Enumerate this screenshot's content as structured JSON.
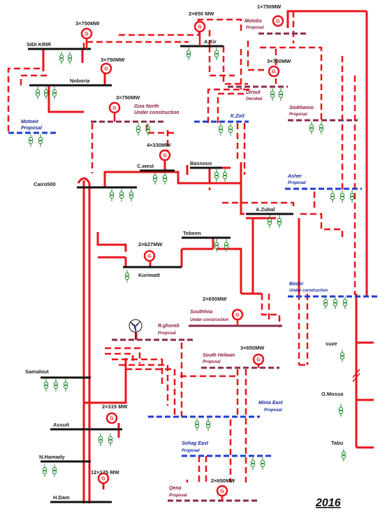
{
  "colors": {
    "line_500kv": "#e8141c",
    "bus_black": "#111111",
    "bus_blue": "#1f3bd6",
    "bus_maroon": "#8b2a4a",
    "text_blue": "#1a2a9a",
    "text_maroon": "#8b1a3a",
    "transformer_green": "#1f8a2a",
    "generator_red": "#e8141c"
  },
  "icons": {
    "generator": "generator-circle-icon",
    "transformer": "transformer-icon",
    "wind": "wind-turbine-icon"
  },
  "year": "2016",
  "buses": {
    "sidikrir": {
      "label": "SIDI KRIR"
    },
    "noboria": {
      "label": "Noboria"
    },
    "akir": {
      "label": "A.Kir"
    },
    "cairo500": {
      "label": "Cairo500"
    },
    "cwest": {
      "label": "C.west"
    },
    "bassous": {
      "label": "Bassous"
    },
    "kzoit": {
      "label": "K.Zoit"
    },
    "dirout": {
      "label": "Dirout"
    },
    "azubal": {
      "label": "A.Zubal"
    },
    "tebeen": {
      "label": "Tebeen"
    },
    "kurimatt": {
      "label": "Kurimatt"
    },
    "samalout": {
      "label": "Samalout"
    },
    "assuit": {
      "label": "Assuit"
    },
    "nhamady": {
      "label": "N.Hamady"
    },
    "hdam": {
      "label": "H.Dam"
    },
    "suze": {
      "label": "suze"
    },
    "omossa": {
      "label": "O.Mossa"
    },
    "tabu": {
      "label": "Tabu"
    }
  },
  "capacities": {
    "sidikrir": "3×750MW",
    "noboria": "3×750MW",
    "akir": "2×650 MW",
    "motobs": "1×750MW",
    "dirout": "3×750MW",
    "gizanorth": "3×750MW",
    "cwest": "4×330MW",
    "kurimatt": "2×627MW",
    "southhna": "2×650MW",
    "southhelwan": "3×650MW",
    "assuit": "2×315  MW",
    "hdam": "12×175  MW",
    "qena": "2×650MW"
  },
  "projects": {
    "motobs": {
      "name": "Motobs",
      "status": "Proposal"
    },
    "dirout": {
      "name": "Dirout",
      "status": "Decided"
    },
    "gizanorth": {
      "name": "Giza North",
      "status": "Under construction"
    },
    "siokhwoio": {
      "name": "Siokhwoio",
      "status": "Proposal"
    },
    "motoeir": {
      "name": "Motoeir",
      "status": "Proposal"
    },
    "asher": {
      "name": "Asher",
      "status": "Proposal"
    },
    "boder": {
      "name": "Boder",
      "status": "Under construction"
    },
    "southhna": {
      "name": "Southhna",
      "status": "Under construction"
    },
    "rghoreb": {
      "name": "R.ghoreb",
      "status": "Proposal"
    },
    "southhelwan": {
      "name": "South Helwan",
      "status": "Proposal"
    },
    "minia": {
      "name": "Minia  East",
      "status": "Proposal"
    },
    "sohag": {
      "name": "Sohag East",
      "status": "Proposal"
    },
    "qena": {
      "name": "Qena",
      "status": "Proposal"
    }
  }
}
